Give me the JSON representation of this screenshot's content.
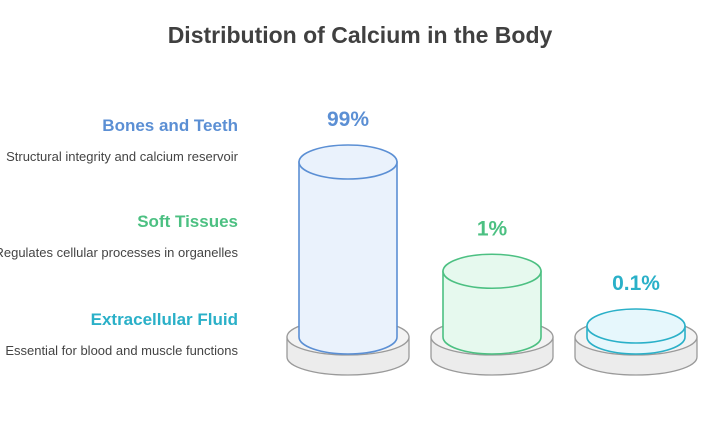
{
  "title": "Distribution of Calcium in the Body",
  "chart_data": {
    "type": "bar",
    "categories": [
      "Bones and Teeth",
      "Soft Tissues",
      "Extracellular Fluid"
    ],
    "values": [
      99,
      1,
      0.1
    ],
    "value_labels": [
      "99%",
      "1%",
      "0.1%"
    ],
    "descriptions": [
      "Structural integrity and calcium reservoir",
      "Regulates cellular processes in organelles",
      "Essential for blood and muscle functions"
    ],
    "colors": [
      "#5b8fd4",
      "#4cc082",
      "#2ab0c8"
    ],
    "fills": [
      "#eaf2fc",
      "#e6f9ee",
      "#e6f7fc"
    ]
  }
}
